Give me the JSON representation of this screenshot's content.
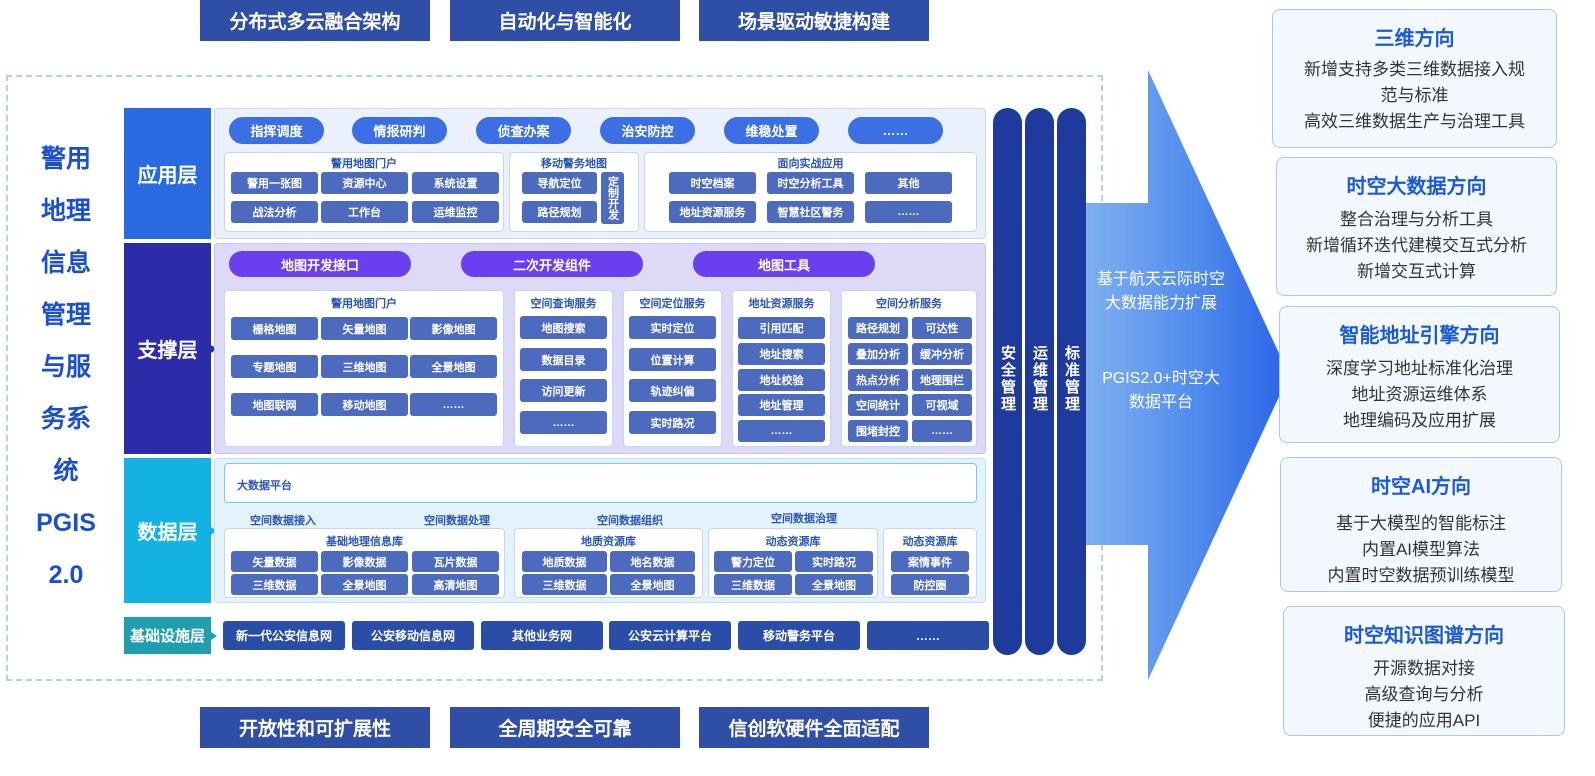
{
  "top_features": [
    "分布式多云融合架构",
    "自动化与智能化",
    "场景驱动敏捷构建"
  ],
  "bottom_features": [
    "开放性和可扩展性",
    "全周期安全可靠",
    "信创软硬件全面适配"
  ],
  "system_title": [
    "警用",
    "地理",
    "信息",
    "管理",
    "与服",
    "务系",
    "统",
    "PGIS",
    "2.0"
  ],
  "layers": {
    "app": "应用层",
    "support": "支撑层",
    "data": "数据层",
    "infra": "基础设施层"
  },
  "app_layer": {
    "pills": [
      "指挥调度",
      "情报研判",
      "侦查办案",
      "治安防控",
      "维稳处置",
      "……"
    ],
    "portal": {
      "title": "警用地图门户",
      "cells": [
        "警用一张图",
        "资源中心",
        "系统设置",
        "战法分析",
        "工作台",
        "运维监控"
      ]
    },
    "mobile": {
      "title": "移动警务地图",
      "cells": [
        "导航定位",
        "路径规划"
      ],
      "custom": "定制开发"
    },
    "combat": {
      "title": "面向实战应用",
      "cells": [
        "时空档案",
        "时空分析工具",
        "其他",
        "地址资源服务",
        "智慧社区警务",
        "……"
      ]
    }
  },
  "support_layer": {
    "pills": [
      "地图开发接口",
      "二次开发组件",
      "地图工具"
    ],
    "portal": {
      "title": "警用地图门户",
      "cells": [
        "栅格地图",
        "矢量地图",
        "影像地图",
        "专题地图",
        "三维地图",
        "全景地图",
        "地图联网",
        "移动地图",
        "……"
      ]
    },
    "query": {
      "title": "空间查询服务",
      "cells": [
        "地图搜索",
        "数据目录",
        "访问更新",
        "……"
      ]
    },
    "locate": {
      "title": "空间定位服务",
      "cells": [
        "实时定位",
        "位置计算",
        "轨迹纠偏",
        "实时路况"
      ]
    },
    "address": {
      "title": "地址资源服务",
      "cells": [
        "引用匹配",
        "地址搜索",
        "地址校验",
        "地址管理",
        "……"
      ]
    },
    "analysis": {
      "title": "空间分析服务",
      "cells": [
        "路径规划",
        "可达性",
        "叠加分析",
        "缓冲分析",
        "热点分析",
        "地理围栏",
        "空间统计",
        "可视域",
        "围堵封控",
        "……"
      ]
    }
  },
  "data_layer": {
    "platform": "大数据平台",
    "headers": [
      "空间数据接入",
      "空间数据处理",
      "空间数据组织",
      "空间数据治理"
    ],
    "basic": {
      "title": "基础地理信息库",
      "cells": [
        "矢量数据",
        "影像数据",
        "瓦片数据",
        "三维数据",
        "全景地图",
        "高清地图"
      ]
    },
    "geo": {
      "title": "地质资源库",
      "cells": [
        "地质数据",
        "地名数据",
        "三维数据",
        "全景地图"
      ]
    },
    "dyn1": {
      "title": "动态资源库",
      "cells": [
        "警力定位",
        "实时路况",
        "三维数据",
        "全景地图"
      ]
    },
    "dyn2": {
      "title": "动态资源库",
      "cells": [
        "案情事件",
        "防控圈"
      ]
    }
  },
  "infra_layer": {
    "cells": [
      "新一代公安信息网",
      "公安移动信息网",
      "其他业务网",
      "公安云计算平台",
      "移动警务平台",
      "……"
    ]
  },
  "side_bars": [
    "安全管理",
    "运维管理",
    "标准管理"
  ],
  "arrow": {
    "line1": "基于航天云际时空大数据能力扩展",
    "line2": "PGIS2.0+时空大数据平台"
  },
  "directions": [
    {
      "title": "三维方向",
      "lines": [
        "新增支持多类三维数据接入规",
        "范与标准",
        "高效三维数据生产与治理工具"
      ]
    },
    {
      "title": "时空大数据方向",
      "lines": [
        "整合治理与分析工具",
        "新增循环迭代建模交互式分析",
        "新增交互式计算"
      ]
    },
    {
      "title": "智能地址引擎方向",
      "lines": [
        "深度学习地址标准化治理",
        "地址资源运维体系",
        "地理编码及应用扩展"
      ]
    },
    {
      "title": "时空AI方向",
      "lines": [
        "基于大模型的智能标注",
        "内置AI模型算法",
        "内置时空数据预训练模型"
      ]
    },
    {
      "title": "时空知识图谱方向",
      "lines": [
        "开源数据对接",
        "高级查询与分析",
        "便捷的应用API"
      ]
    }
  ],
  "colors": {
    "navy": "#2f4fa6",
    "app_label": "#2a6ae0",
    "support_label": "#2d2ca8",
    "data_label": "#13b2e3",
    "infra_label": "#1f9fae",
    "purple_pill": "#6a3ff0",
    "blue_pill": "#3b6fe3",
    "cell": "#4c6bbf"
  }
}
